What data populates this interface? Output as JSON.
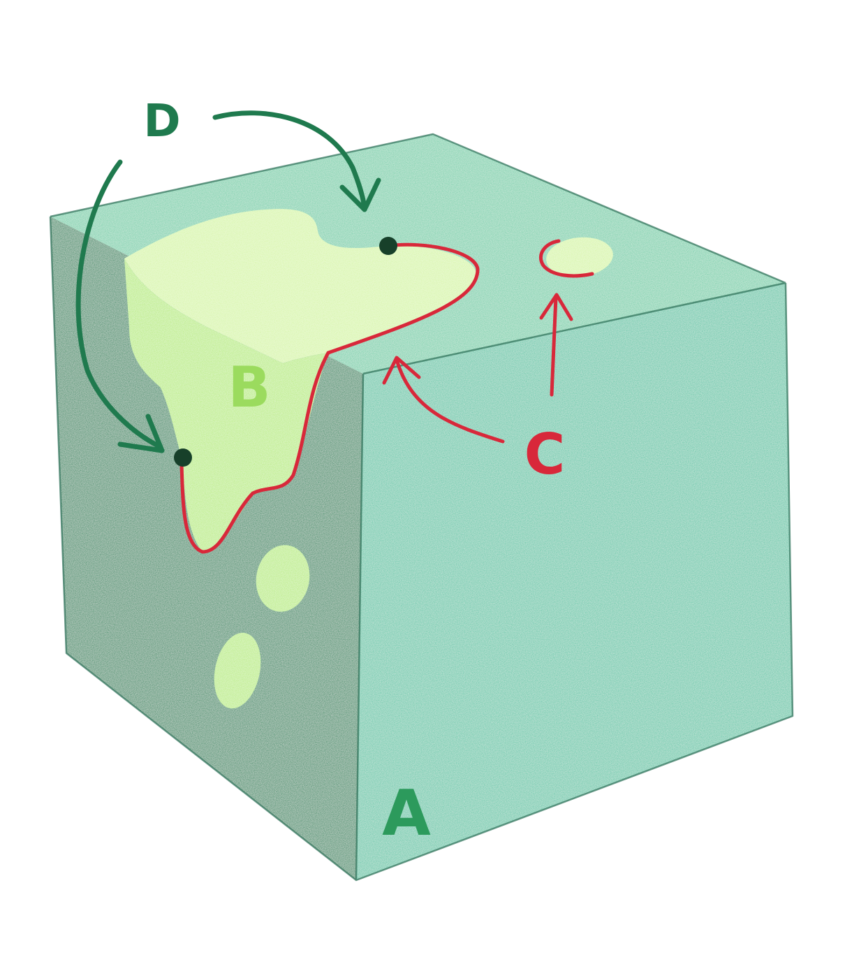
{
  "diagram": {
    "labels": {
      "a": "A",
      "b": "B",
      "c": "C",
      "d": "D"
    },
    "colors": {
      "cube_top": "#6fcfa8",
      "cube_left": "#1f8a5e",
      "cube_right": "#57c6a6",
      "region_b": "#b8ec7a",
      "region_b_light": "#d6f5a4",
      "boundary_c": "#d8283a",
      "arrow_d": "#1f7a4e",
      "label_a": "#2c9a5c",
      "label_b": "#9bdb5e",
      "point": "#17402a",
      "edge": "#2a6e55"
    }
  }
}
